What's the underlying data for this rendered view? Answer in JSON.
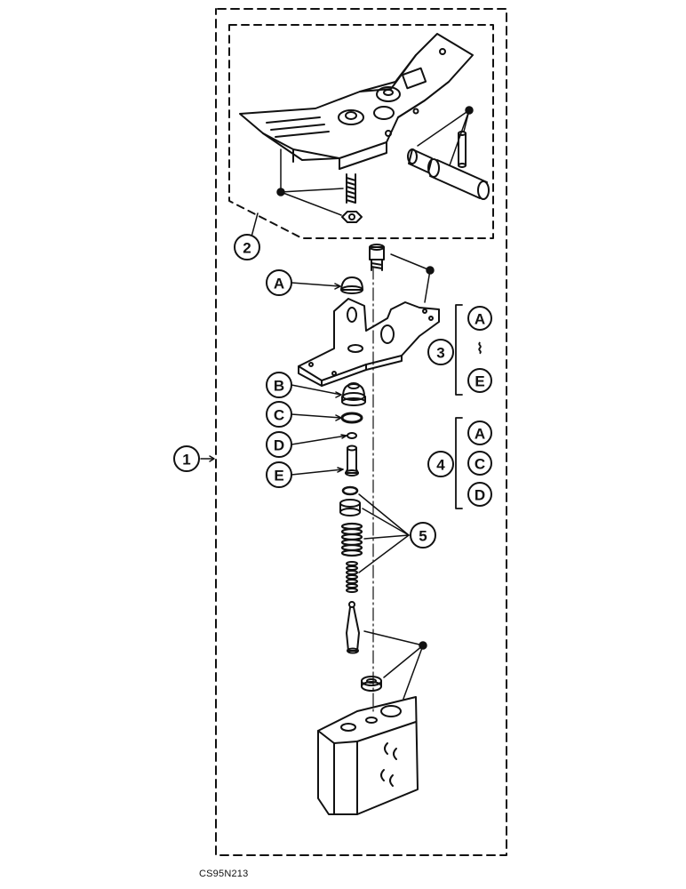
{
  "figure_code": "CS95N213",
  "callouts": {
    "item_1": "1",
    "item_2": "2",
    "item_3": "3",
    "item_4": "4",
    "item_5": "5",
    "A": "A",
    "B": "B",
    "C": "C",
    "D": "D",
    "E": "E"
  },
  "kit_3": {
    "from": "A",
    "to": "E",
    "range_mark": "⌇"
  },
  "kit_4": {
    "parts": [
      "A",
      "C",
      "D"
    ]
  },
  "colors": {
    "line": "#111111",
    "background": "#ffffff"
  }
}
